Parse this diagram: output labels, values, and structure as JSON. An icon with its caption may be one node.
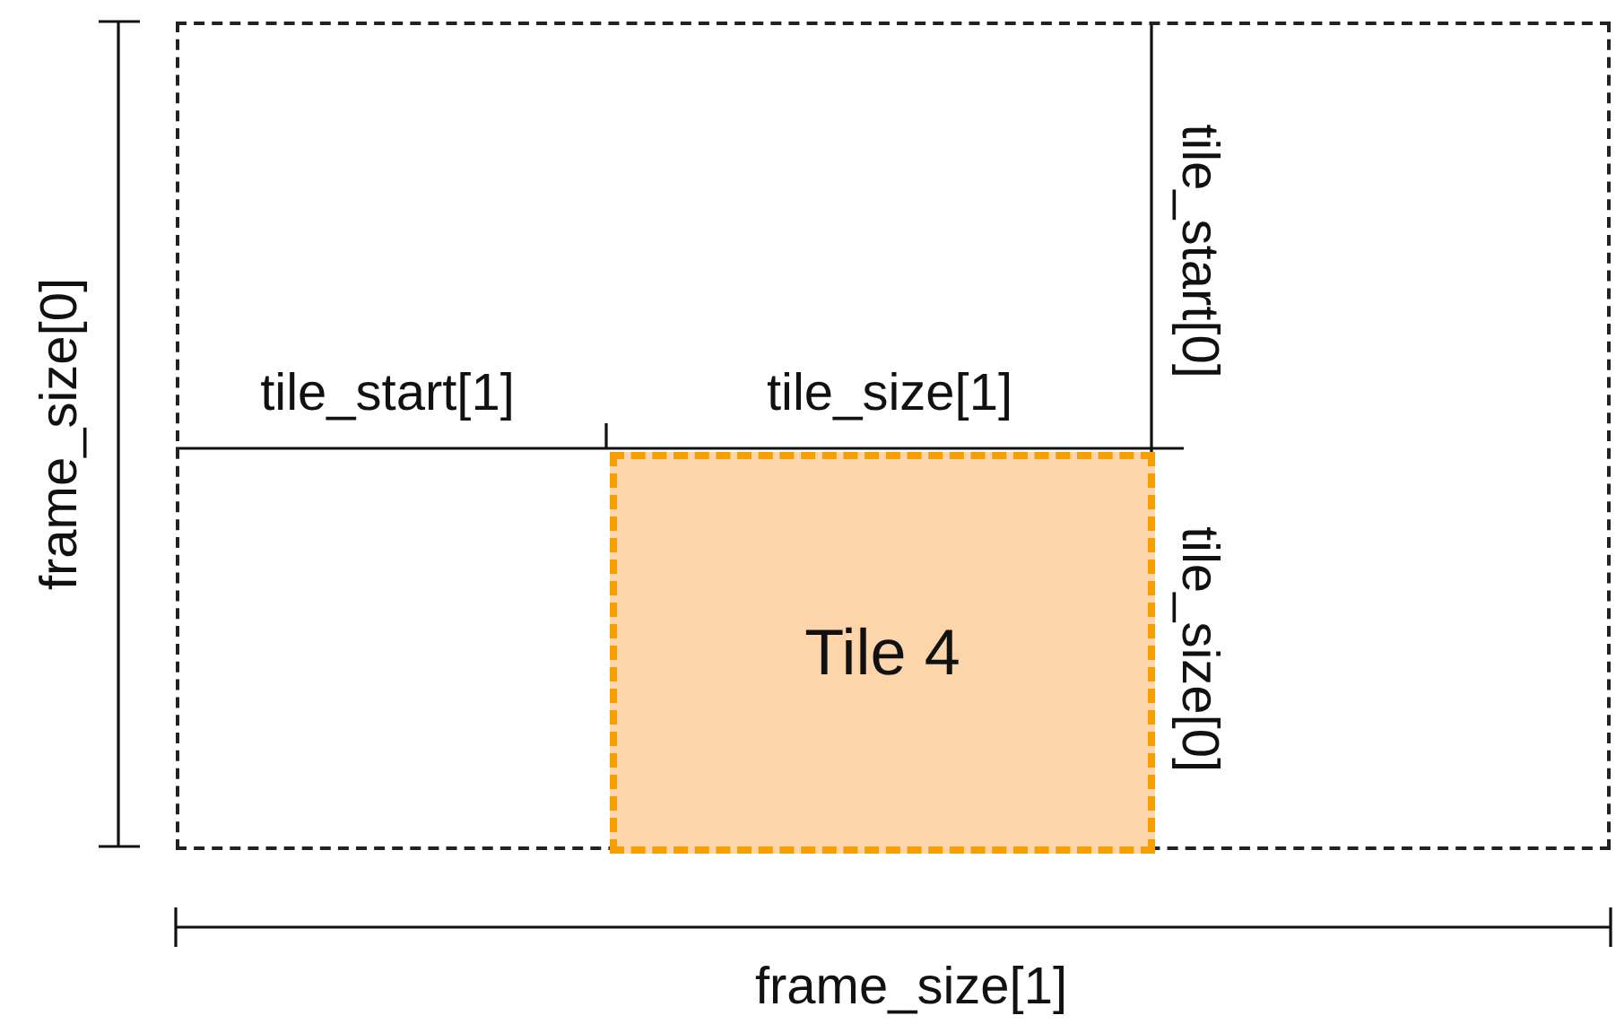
{
  "diagram": {
    "nodes": [
      {
        "text": [],
        "shape": "box"
      },
      {
        "text": [
          "Tile 4"
        ],
        "in": 0
      }
    ],
    "labels": [
      "tile_start[0]",
      "frame_size[0]",
      "tile_start[1]",
      "tile_size[1]",
      "tile_size[0]",
      "frame_size[1]"
    ]
  }
}
